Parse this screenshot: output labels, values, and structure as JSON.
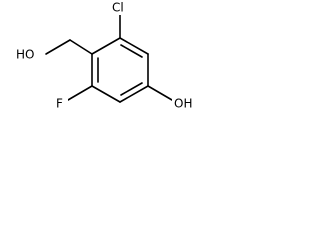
{
  "molecule": {
    "labels": {
      "cl": "Cl",
      "ho": "HO",
      "f": "F",
      "oh": "OH"
    }
  }
}
